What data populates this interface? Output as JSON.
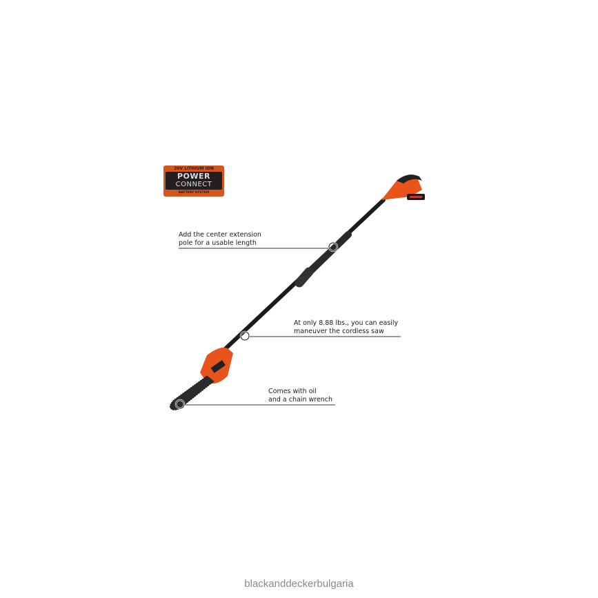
{
  "logo": {
    "top": "20V LITHIUM ION",
    "power": "POWER",
    "connect": "CONNECT",
    "bottom": "BATTERY SYSTEM"
  },
  "callouts": [
    {
      "line1": "Add the center extension",
      "line2": "pole for a usable length"
    },
    {
      "line1": "At only 8.88 lbs., you can easily",
      "line2": "maneuver the cordless saw"
    },
    {
      "line1": "Comes with oil",
      "line2": "and a chain wrench"
    }
  ],
  "watermark": "blackanddeckerbulgaria",
  "colors": {
    "accent": "#e8541c",
    "pole": "#1c1c1c"
  }
}
